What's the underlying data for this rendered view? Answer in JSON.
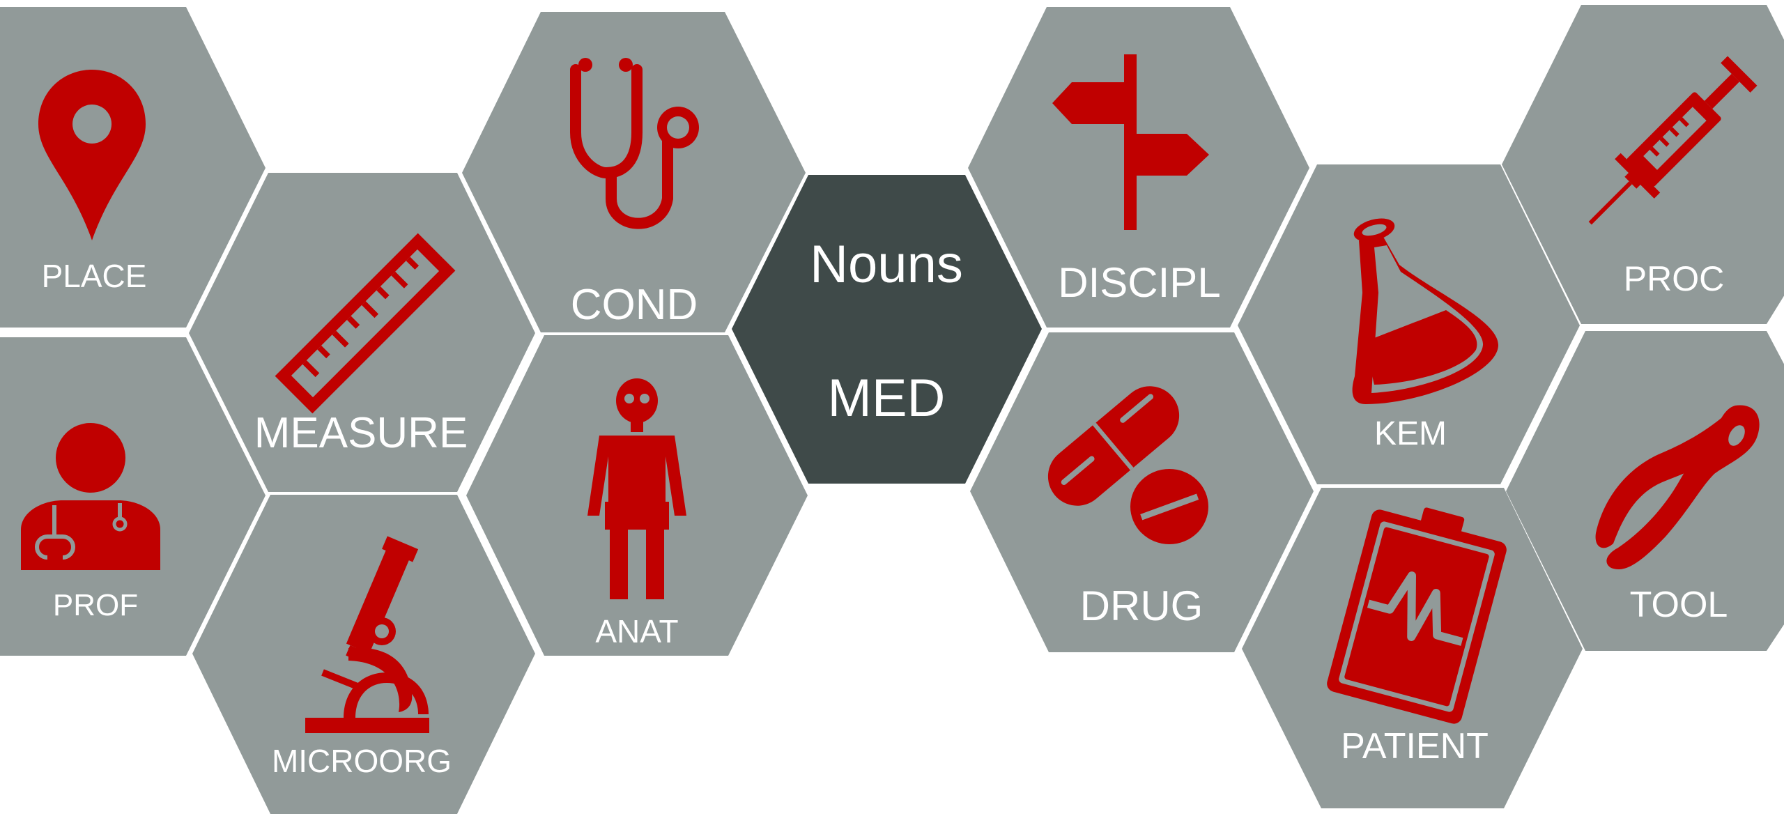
{
  "colors": {
    "background": "#ffffff",
    "tile": "#919a99",
    "tile_center": "#3f4a49",
    "icon": "#c00000",
    "label": "#ffffff"
  },
  "center": {
    "line1": "Nouns",
    "line2": "MED"
  },
  "tiles": [
    {
      "id": "place",
      "label": "PLACE",
      "icon": "map-pin-icon"
    },
    {
      "id": "prof",
      "label": "PROF",
      "icon": "doctor-icon"
    },
    {
      "id": "measure",
      "label": "MEASURE",
      "icon": "ruler-icon"
    },
    {
      "id": "microorg",
      "label": "MICROORG",
      "icon": "microscope-icon"
    },
    {
      "id": "cond",
      "label": "COND",
      "icon": "stethoscope-icon"
    },
    {
      "id": "anat",
      "label": "ANAT",
      "icon": "skeleton-icon"
    },
    {
      "id": "discipl",
      "label": "DISCIPL",
      "icon": "signpost-icon"
    },
    {
      "id": "drug",
      "label": "DRUG",
      "icon": "pills-icon"
    },
    {
      "id": "kem",
      "label": "KEM",
      "icon": "flask-icon"
    },
    {
      "id": "patient",
      "label": "PATIENT",
      "icon": "clipboard-chart-icon"
    },
    {
      "id": "proc",
      "label": "PROC",
      "icon": "syringe-icon"
    },
    {
      "id": "tool",
      "label": "TOOL",
      "icon": "pliers-icon"
    }
  ]
}
